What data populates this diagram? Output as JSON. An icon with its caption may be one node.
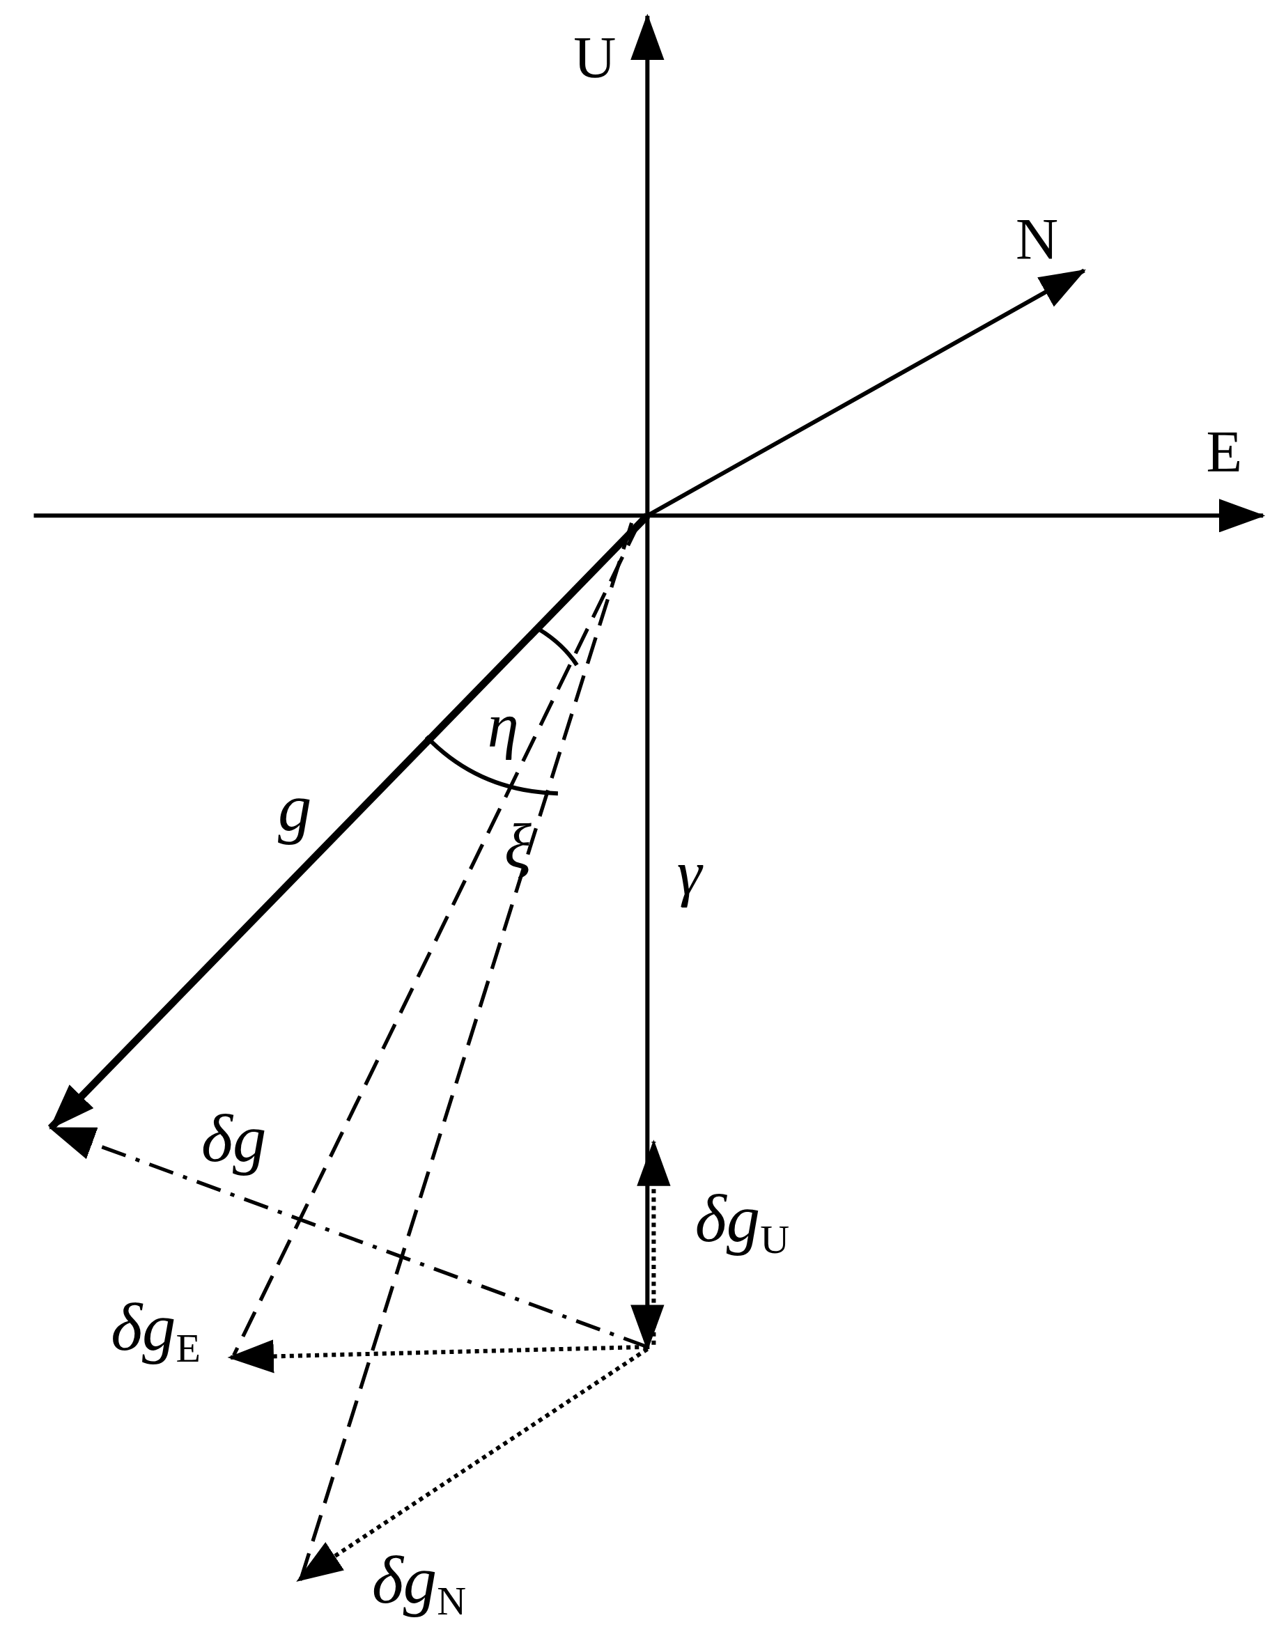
{
  "diagram": {
    "labels": [
      "U",
      "N",
      "E",
      "η",
      "g",
      "ξ",
      "γ",
      "δg",
      "*δg*$_{U}$",
      "*δg*$_{E}$",
      "*δg*$_{N}$"
    ]
  }
}
